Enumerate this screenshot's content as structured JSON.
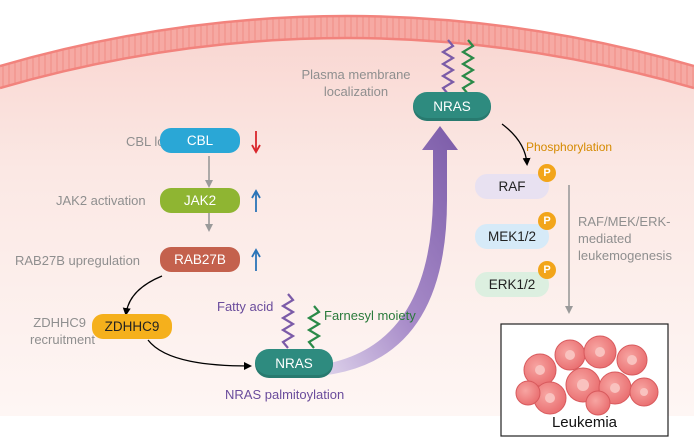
{
  "membrane": {
    "label_line1": "Plasma membrane",
    "label_line2": "localization"
  },
  "nodes": {
    "nras_top": "NRAS",
    "cbl": "CBL",
    "jak2": "JAK2",
    "rab27b": "RAB27B",
    "zdhhc9": "ZDHHC9",
    "nras_bottom": "NRAS",
    "raf": "RAF",
    "mek": "MEK1/2",
    "erk": "ERK1/2",
    "phospho_badge": "P"
  },
  "steps": {
    "cbl_loss": "CBL loss",
    "jak2_activation": "JAK2 activation",
    "rab27b_upregulation": "RAB27B upregulation",
    "zdhhc9_line1": "ZDHHC9",
    "zdhhc9_line2": "recruitment",
    "fatty_acid": "Fatty acid",
    "farnesyl": "Farnesyl moiety",
    "palmitoylation": "NRAS palmitoylation",
    "phosphorylation": "Phosphorylation",
    "mapk_line1": "RAF/MEK/ERK-",
    "mapk_line2": "mediated",
    "mapk_line3": "leukemogenesis",
    "leukemia": "Leukemia"
  },
  "indicators": {
    "cbl": "down",
    "jak2": "up",
    "rab27b": "up"
  },
  "colors": {
    "cbl": "#2aa7d6",
    "jak2": "#8fb532",
    "rab27b": "#c4614d",
    "zdhhc9": "#f5b01c",
    "nras": "#2e8b7f",
    "arrow_purple": "#7b5ba8",
    "down_arrow": "#d9262c",
    "up_arrow": "#2a74b8",
    "fatty_acid_text": "#6a4c9c",
    "farnesyl_text": "#2a7a3b",
    "phospho_text": "#d58a00",
    "membrane": "#f28a85",
    "cytoplasm": "#fbe6e2",
    "raf_pill": "#e8e1f1",
    "mek_pill": "#d6eaf8",
    "erk_pill": "#dcefe0",
    "cell": "#f07b7b"
  }
}
